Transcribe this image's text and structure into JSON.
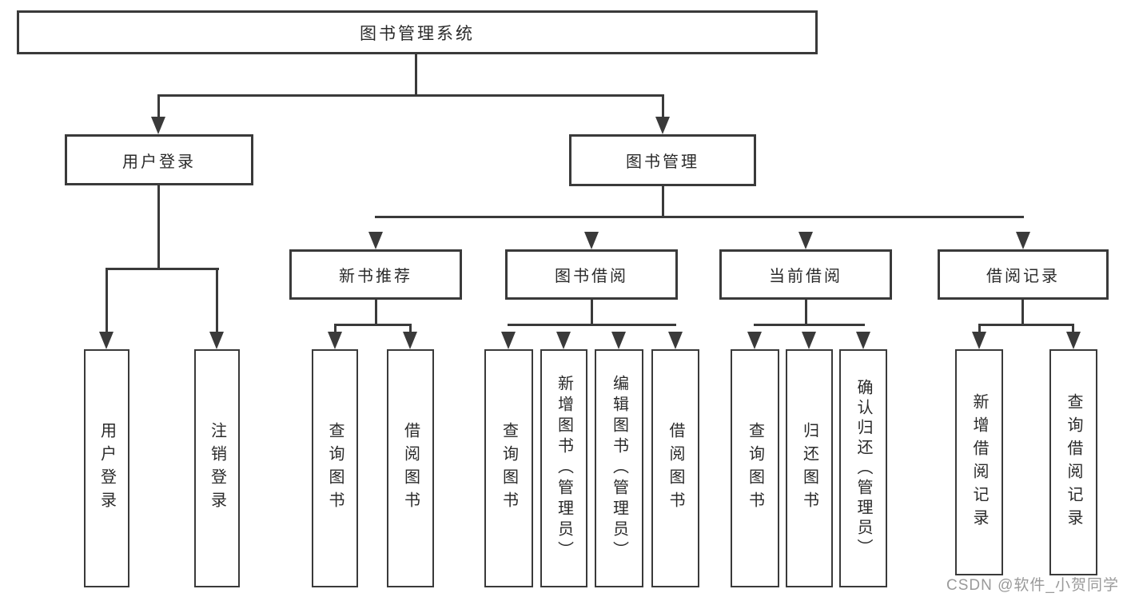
{
  "diagram": {
    "type": "tree",
    "title": "图书管理系统",
    "watermark": "CSDN @软件_小贺同学",
    "colors": {
      "line": "#3a3a3a",
      "text": "#2a2a2a",
      "background": "#ffffff",
      "watermark": "#9a9a9a"
    },
    "nodes": {
      "root": {
        "label": "图书管理系统"
      },
      "user_login": {
        "label": "用户登录"
      },
      "book_management": {
        "label": "图书管理"
      },
      "new_book_recommend": {
        "label": "新书推荐"
      },
      "book_borrow": {
        "label": "图书借阅"
      },
      "current_borrow": {
        "label": "当前借阅"
      },
      "borrow_records": {
        "label": "借阅记录"
      },
      "leaf_user_login": {
        "label": "用户登录"
      },
      "leaf_logout": {
        "label": "注销登录"
      },
      "leaf_query_books_recommend": {
        "label": "查询图书"
      },
      "leaf_borrow_books_recommend": {
        "label": "借阅图书"
      },
      "leaf_query_books_borrow": {
        "label": "查询图书"
      },
      "leaf_add_books_admin": {
        "label": "新增图书（管理员）"
      },
      "leaf_edit_books_admin": {
        "label": "编辑图书（管理员）"
      },
      "leaf_borrow_books_borrow": {
        "label": "借阅图书"
      },
      "leaf_query_books_current": {
        "label": "查询图书"
      },
      "leaf_return_books": {
        "label": "归还图书"
      },
      "leaf_confirm_return_admin": {
        "label": "确认归还（管理员）"
      },
      "leaf_add_borrow_record": {
        "label": "新增借阅记录"
      },
      "leaf_query_borrow_record": {
        "label": "查询借阅记录"
      }
    },
    "edges": [
      "图书管理系统→用户登录",
      "图书管理系统→图书管理",
      "用户登录→用户登录(叶)",
      "用户登录→注销登录",
      "图书管理→新书推荐",
      "图书管理→图书借阅",
      "图书管理→当前借阅",
      "图书管理→借阅记录",
      "新书推荐→查询图书",
      "新书推荐→借阅图书",
      "图书借阅→查询图书",
      "图书借阅→新增图书（管理员）",
      "图书借阅→编辑图书（管理员）",
      "图书借阅→借阅图书",
      "当前借阅→查询图书",
      "当前借阅→归还图书",
      "当前借阅→确认归还（管理员）",
      "借阅记录→新增借阅记录",
      "借阅记录→查询借阅记录"
    ]
  }
}
